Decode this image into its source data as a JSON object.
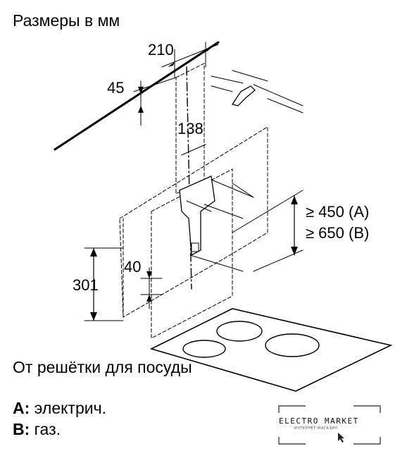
{
  "title": "Размеры в мм",
  "dimensions": {
    "d210": "210",
    "d45": "45",
    "d138": "138",
    "d40": "40",
    "d301": "301",
    "clearance_a": "≥ 450 (A)",
    "clearance_b": "≥ 650 (B)"
  },
  "caption": "От решётки для посуды",
  "legend": [
    {
      "key": "A:",
      "text": " электрич."
    },
    {
      "key": "B:",
      "text": " газ."
    }
  ],
  "logo": {
    "brand": "ELECTRO MARKET",
    "tagline": "ИНТЕРНЕТ-МАГАЗИН"
  }
}
